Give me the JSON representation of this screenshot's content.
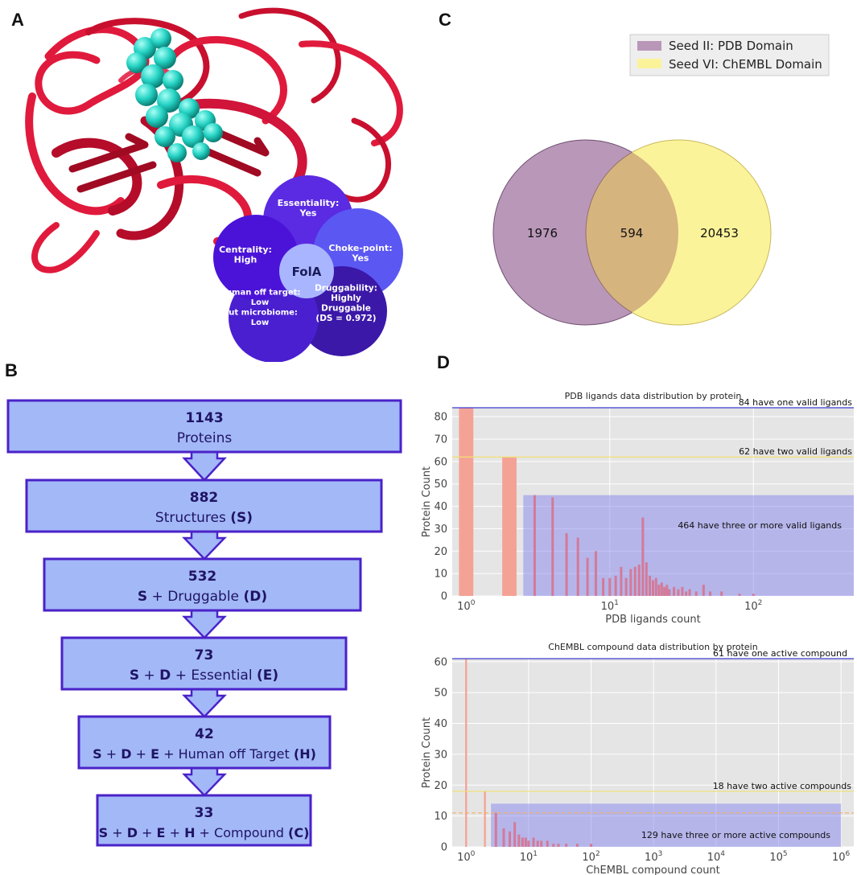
{
  "panels": {
    "a": "A",
    "b": "B",
    "c": "C",
    "d": "D"
  },
  "panelA": {
    "center": "FolA",
    "petals": [
      {
        "lines": [
          "Essentiality:",
          "Yes"
        ]
      },
      {
        "lines": [
          "Choke-point:",
          "Yes"
        ]
      },
      {
        "lines": [
          "Druggability:",
          "Highly",
          "Druggable",
          "(DS = 0.972)"
        ]
      },
      {
        "lines": [
          "Human off target:",
          "Low",
          "Gut microbiome:",
          "Low"
        ]
      },
      {
        "lines": [
          "Centrality:",
          "High"
        ]
      }
    ]
  },
  "flowchart": {
    "boxes": [
      {
        "count": "1143",
        "label": [
          {
            "t": "Proteins",
            "b": false
          }
        ]
      },
      {
        "count": "882",
        "label": [
          {
            "t": "Structures ",
            "b": false
          },
          {
            "t": "(S)",
            "b": true
          }
        ]
      },
      {
        "count": "532",
        "label": [
          {
            "t": "S",
            "b": true
          },
          {
            "t": " + Druggable ",
            "b": false
          },
          {
            "t": "(D)",
            "b": true
          }
        ]
      },
      {
        "count": "73",
        "label": [
          {
            "t": "S",
            "b": true
          },
          {
            "t": " + ",
            "b": false
          },
          {
            "t": "D",
            "b": true
          },
          {
            "t": " + Essential ",
            "b": false
          },
          {
            "t": "(E)",
            "b": true
          }
        ]
      },
      {
        "count": "42",
        "label": [
          {
            "t": "S",
            "b": true
          },
          {
            "t": " + ",
            "b": false
          },
          {
            "t": "D",
            "b": true
          },
          {
            "t": " + ",
            "b": false
          },
          {
            "t": "E",
            "b": true
          },
          {
            "t": " + Human off Target ",
            "b": false
          },
          {
            "t": "(H)",
            "b": true
          }
        ]
      },
      {
        "count": "33",
        "label": [
          {
            "t": "S",
            "b": true
          },
          {
            "t": " + ",
            "b": false
          },
          {
            "t": "D",
            "b": true
          },
          {
            "t": " + ",
            "b": false
          },
          {
            "t": "E",
            "b": true
          },
          {
            "t": " + ",
            "b": false
          },
          {
            "t": "H",
            "b": true
          },
          {
            "t": " + Compound ",
            "b": false
          },
          {
            "t": "(C)",
            "b": true
          }
        ]
      }
    ]
  },
  "venn": {
    "legend": [
      "Seed II: PDB Domain",
      "Seed VI: ChEMBL Domain"
    ],
    "left_only": "1976",
    "both": "594",
    "right_only": "20453",
    "colors": {
      "left": "#b997b9",
      "right": "#fbf39a",
      "overlap": "#d6b47e"
    }
  },
  "chart_data": [
    {
      "type": "bar",
      "title": "PDB ligands data distribution by protein",
      "xlabel": "PDB ligands count",
      "ylabel": "Protein Count",
      "xscale": "log",
      "xlim": [
        0.8,
        500
      ],
      "ylim": [
        0,
        84
      ],
      "yticks": [
        0,
        10,
        20,
        30,
        40,
        50,
        60,
        70,
        80
      ],
      "xticks": [
        {
          "value": 1,
          "base": "10",
          "exp": "0"
        },
        {
          "value": 10,
          "base": "10",
          "exp": "1"
        },
        {
          "value": 100,
          "base": "10",
          "exp": "2"
        }
      ],
      "x": [
        1,
        2,
        3,
        4,
        5,
        6,
        7,
        8,
        9,
        10,
        11,
        12,
        13,
        14,
        15,
        16,
        17,
        18,
        19,
        20,
        21,
        22,
        23,
        24,
        25,
        26,
        28,
        30,
        32,
        34,
        36,
        40,
        45,
        50,
        60,
        80,
        100
      ],
      "values": [
        84,
        62,
        45,
        44,
        28,
        26,
        17,
        20,
        8,
        8,
        9,
        13,
        8,
        12,
        13,
        14,
        35,
        15,
        9,
        7,
        8,
        5,
        6,
        4,
        5,
        3,
        4,
        3,
        4,
        2,
        3,
        2,
        5,
        2,
        2,
        1,
        1
      ],
      "bin_width": 0.1,
      "highlight": {
        "x_from": 2.5,
        "x_to": 500,
        "y": 45
      },
      "hlines": [
        {
          "y": 84,
          "color": "#3b3bd0"
        },
        {
          "y": 62,
          "color": "#f0e070"
        }
      ],
      "annotations": [
        "84 have one valid ligands",
        "62 have two valid ligands",
        "464 have three or more valid ligands"
      ]
    },
    {
      "type": "bar",
      "title": "ChEMBL compound data distribution by protein",
      "xlabel": "ChEMBL compound count",
      "ylabel": "Protein Count",
      "xscale": "log",
      "xlim": [
        0.6,
        1600000
      ],
      "ylim": [
        0,
        61
      ],
      "yticks": [
        0,
        10,
        20,
        30,
        40,
        50,
        60
      ],
      "xticks": [
        {
          "value": 1,
          "base": "10",
          "exp": "0"
        },
        {
          "value": 10,
          "base": "10",
          "exp": "1"
        },
        {
          "value": 100,
          "base": "10",
          "exp": "2"
        },
        {
          "value": 1000,
          "base": "10",
          "exp": "3"
        },
        {
          "value": 10000,
          "base": "10",
          "exp": "4"
        },
        {
          "value": 100000,
          "base": "10",
          "exp": "5"
        },
        {
          "value": 1000000,
          "base": "10",
          "exp": "6"
        }
      ],
      "x": [
        1,
        2,
        3,
        4,
        5,
        6,
        7,
        8,
        9,
        10,
        12,
        14,
        16,
        20,
        25,
        30,
        40,
        60,
        100
      ],
      "values": [
        61,
        18,
        11,
        6,
        5,
        8,
        4,
        3,
        3,
        2,
        3,
        2,
        2,
        2,
        1,
        1,
        1,
        1,
        1
      ],
      "bin_width": 0.03,
      "highlight": {
        "x_from": 2.5,
        "x_to": 1000000,
        "y": 14
      },
      "hlines": [
        {
          "y": 61,
          "color": "#3b3bd0"
        },
        {
          "y": 18,
          "color": "#f0e070"
        },
        {
          "y": 11,
          "color": "#f5b060",
          "dashed": true
        }
      ],
      "annotations": [
        "61 have one active compound",
        "18 have two active compounds",
        "129 have three or more active compounds"
      ]
    }
  ]
}
